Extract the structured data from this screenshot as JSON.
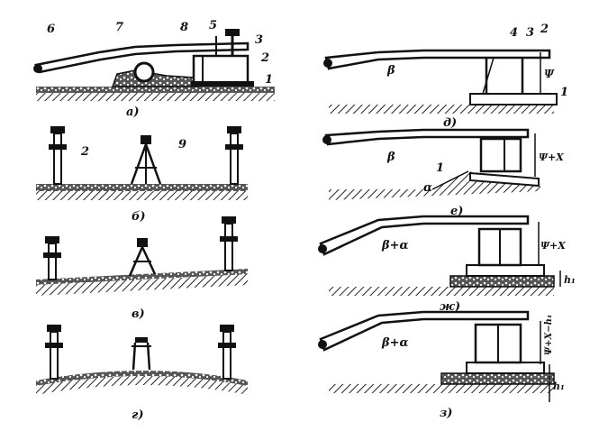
{
  "panel_labels": [
    "а)",
    "б)",
    "в)",
    "г)",
    "д)",
    "е)",
    "ж)",
    "з)"
  ],
  "callouts": [
    "6",
    "7",
    "8",
    "5",
    "3",
    "2",
    "1",
    "2",
    "9",
    "4",
    "3",
    "2",
    "1",
    "1"
  ],
  "angle_labels": [
    "β",
    "β",
    "β+α",
    "β+α",
    "α"
  ],
  "dimension_labels": [
    "Ψ",
    "Ψ+Χ",
    "Ψ+Χ",
    "h₁",
    "Ψ+Χ−h₁",
    "h₁"
  ],
  "colors": {
    "ink": "#111111",
    "paper": "#ffffff",
    "hatch": "#222222"
  }
}
